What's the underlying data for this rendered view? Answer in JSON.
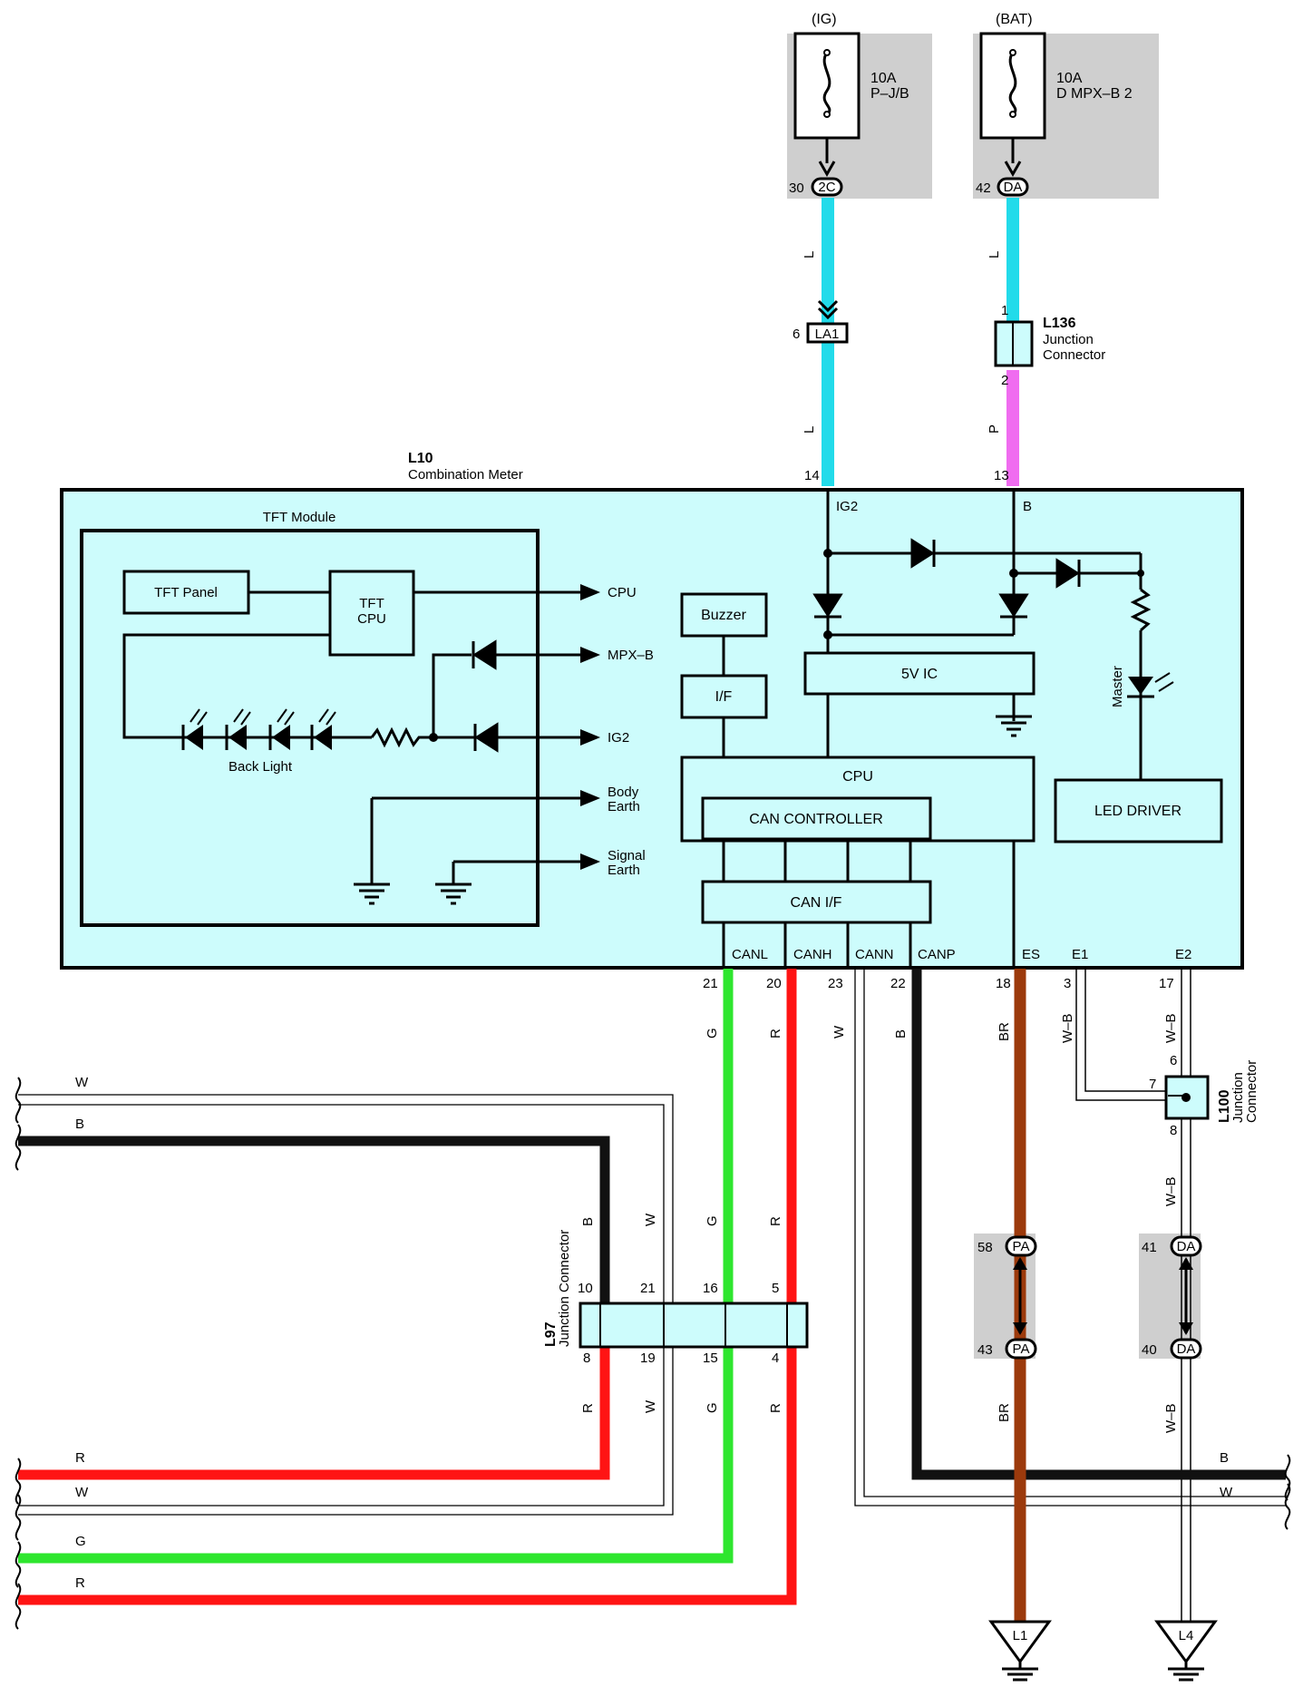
{
  "fuses": [
    {
      "supply": "(IG)",
      "rating": "10A",
      "name": "P–J/B",
      "pin": "30",
      "connector": "2C"
    },
    {
      "supply": "(BAT)",
      "rating": "10A",
      "name": "D MPX–B 2",
      "pin": "42",
      "connector": "DA"
    }
  ],
  "top_wires": {
    "l1": "L",
    "l2": "L",
    "l3": "L",
    "p": "P"
  },
  "la1": {
    "pin": "6",
    "label": "LA1"
  },
  "l136": {
    "id": "L136",
    "line1": "Junction",
    "line2": "Connector",
    "pin_top": "1",
    "pin_bottom": "2"
  },
  "meter": {
    "id": "L10",
    "name": "Combination Meter",
    "pin_ig": "14",
    "pin_b": "13",
    "ig2": "IG2",
    "b": "B"
  },
  "tft": {
    "title": "TFT Module",
    "panel": "TFT Panel",
    "cpu_l1": "TFT",
    "cpu_l2": "CPU",
    "backlight": "Back Light",
    "outputs": {
      "cpu": "CPU",
      "mpxb": "MPX–B",
      "ig2": "IG2",
      "body1": "Body",
      "body2": "Earth",
      "sig1": "Signal",
      "sig2": "Earth"
    }
  },
  "blocks": {
    "buzzer": "Buzzer",
    "if": "I/F",
    "ic5v": "5V IC",
    "cpu": "CPU",
    "canctl": "CAN CONTROLLER",
    "canif": "CAN I/F",
    "led_driver": "LED DRIVER",
    "master": "Master"
  },
  "bottom_terms": [
    {
      "name": "CANL",
      "pin": "21",
      "wire": "G"
    },
    {
      "name": "CANH",
      "pin": "20",
      "wire": "R"
    },
    {
      "name": "CANN",
      "pin": "23",
      "wire": "W"
    },
    {
      "name": "CANP",
      "pin": "22",
      "wire": "B"
    },
    {
      "name": "ES",
      "pin": "18",
      "wire": "BR"
    },
    {
      "name": "E1",
      "pin": "3",
      "wire": "W–B"
    },
    {
      "name": "E2",
      "pin": "17",
      "wire": "W–B"
    }
  ],
  "l100": {
    "id": "L100",
    "line1": "Junction",
    "line2": "Connector",
    "p6": "6",
    "p7": "7",
    "p8": "8",
    "wire_below": "W–B"
  },
  "l97": {
    "id": "L97",
    "label": "Junction Connector",
    "top_pins": [
      "10",
      "21",
      "16",
      "5"
    ],
    "bottom_pins": [
      "8",
      "19",
      "15",
      "4"
    ],
    "top_wires": [
      "B",
      "W",
      "G",
      "R"
    ],
    "bottom_wires": [
      "R",
      "W",
      "G",
      "R"
    ]
  },
  "left_wires": {
    "w1": "W",
    "b": "B",
    "r1": "R",
    "w2": "W",
    "g": "G",
    "r2": "R"
  },
  "right_wires": {
    "b": "B",
    "w": "W"
  },
  "pa": {
    "pin_top": "58",
    "pin_bottom": "43",
    "label": "PA",
    "wire": "BR"
  },
  "da2": {
    "pin_top": "41",
    "pin_bottom": "40",
    "label": "DA",
    "wire": "W–B"
  },
  "grounds": [
    "L1",
    "L4"
  ],
  "colors": {
    "L": "#22dbea",
    "P": "#f06cf0",
    "G": "#2ee62e",
    "R": "#ff1414",
    "B": "#111111",
    "BR": "#9c3a0c",
    "module_fill": "#cdfcfc",
    "grey_box": "#cfcfcf"
  }
}
